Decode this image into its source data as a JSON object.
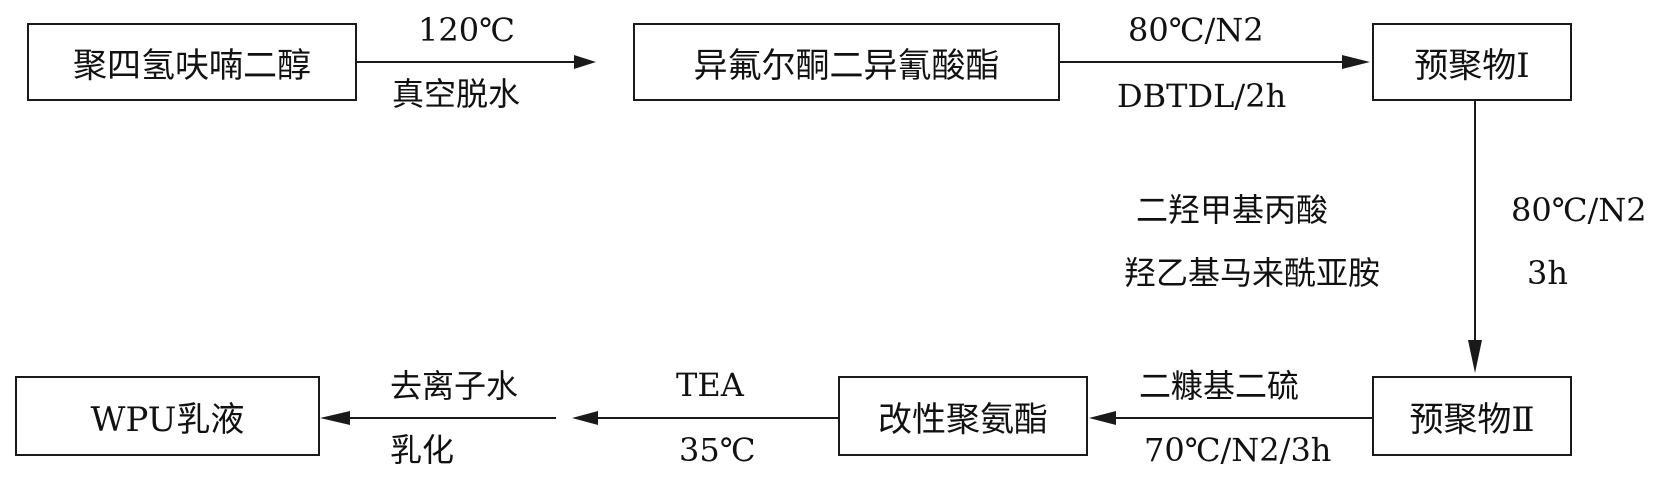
{
  "nodes": {
    "ptmg": "聚四氢呋喃二醇",
    "ipdi": "异氟尔酮二异氰酸酯",
    "prepolymer1": "预聚物Ⅰ",
    "prepolymer2": "预聚物Ⅱ",
    "modified_pu": "改性聚氨酯",
    "wpu": "WPU乳液"
  },
  "edges": {
    "e1": {
      "top": "120℃",
      "bottom": "真空脱水"
    },
    "e2": {
      "top": "80℃/N2",
      "bottom": "DBTDL/2h"
    },
    "e3": {
      "reagent1": "二羟甲基丙酸",
      "reagent2": "羟乙基马来酰亚胺",
      "cond1": "80℃/N2",
      "cond2": "3h"
    },
    "e4": {
      "top": "二糠基二硫",
      "bottom": "70℃/N2/3h"
    },
    "e5": {
      "top": "TEA",
      "bottom": "35℃"
    },
    "e6": {
      "top": "去离子水",
      "bottom": "乳化"
    }
  },
  "colors": {
    "line": "#1a1a1a",
    "text": "#111111",
    "background": "#ffffff"
  }
}
